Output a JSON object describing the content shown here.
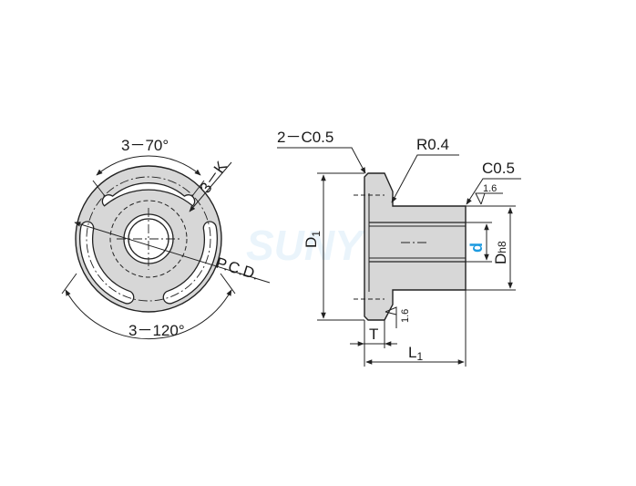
{
  "watermark": "SUNYON",
  "labels": {
    "slot_angle": "3－70°",
    "slot_width": "3－K",
    "pcd": "P.C.D.",
    "slot_spacing": "3－120°",
    "chamfer_flange": "2－C0.5",
    "fillet": "R0.4",
    "chamfer_end": "C0.5",
    "roughness_top": "1.6",
    "roughness_bottom": "1.6",
    "d1_main": "D",
    "d1_sub": "1",
    "bore": "d",
    "dh8_main": "D",
    "dh8_sub": "h8",
    "thickness": "T",
    "l1_main": "L",
    "l1_sub": "1"
  },
  "colors": {
    "part_fill": "#d7d7d7",
    "line": "#222222",
    "accent": "#1e9be0"
  }
}
